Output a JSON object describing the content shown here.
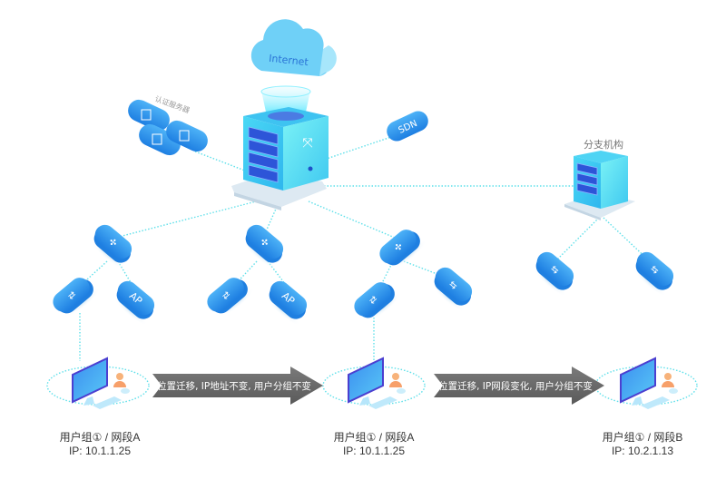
{
  "diagram": {
    "nodes": {
      "internet": {
        "label": "Internet",
        "icon": "cloud-icon"
      },
      "core_switch": {
        "label": "",
        "icon": "core-switch-icon"
      },
      "auth_server": {
        "label": "认证服务器",
        "icon": "server-stack-icon"
      },
      "sdn": {
        "label": "SDN",
        "icon": "sdn-pill-icon"
      },
      "branch": {
        "label": "分支机构",
        "icon": "branch-switch-icon"
      },
      "agg_switches": [
        {
          "label": "",
          "icon": "aggregation-switch-icon"
        },
        {
          "label": "",
          "icon": "aggregation-switch-icon"
        },
        {
          "label": "",
          "icon": "aggregation-switch-icon"
        }
      ],
      "access_switches": [
        {
          "label": "",
          "icon": "access-switch-icon"
        },
        {
          "label": "AP",
          "icon": "ap-icon"
        },
        {
          "label": "",
          "icon": "access-switch-icon"
        },
        {
          "label": "AP",
          "icon": "ap-icon"
        },
        {
          "label": "",
          "icon": "access-switch-icon"
        },
        {
          "label": "",
          "icon": "access-switch-icon"
        },
        {
          "label": "",
          "icon": "access-switch-icon"
        },
        {
          "label": "",
          "icon": "access-switch-icon"
        }
      ]
    },
    "terminals": [
      {
        "group": "用户组① / 网段A",
        "ip": "IP: 10.1.1.25"
      },
      {
        "group": "用户组① / 网段A",
        "ip": "IP: 10.1.1.25"
      },
      {
        "group": "用户组① / 网段B",
        "ip": "IP: 10.2.1.13"
      }
    ],
    "arrows": [
      {
        "text": "位置迁移, IP地址不变, 用户分组不变"
      },
      {
        "text": "位置迁移, IP网段变化, 用户分组不变"
      }
    ],
    "colors": {
      "link": "#5fe0ea",
      "pill_top": "#3aa0f0",
      "pill_side": "#1f7fe0",
      "pill_face": "#4fc6f5",
      "arrow_fill": "#6e6e6e",
      "cloud": "#6fd0f7"
    }
  }
}
